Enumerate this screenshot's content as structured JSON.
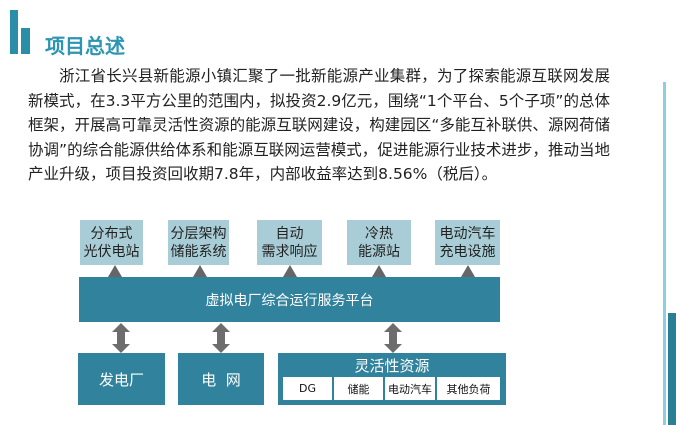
{
  "header": {
    "title": "项目总述"
  },
  "paragraph": "浙江省长兴县新能源小镇汇聚了一批新能源产业集群，为了探索能源互联网发展新模式，在3.3平方公里的范围内，拟投资2.9亿元，围绕“1个平台、5个子项”的总体框架，开展高可靠灵活性资源的能源互联网建设，构建园区“多能互补联供、源网荷储协调”的综合能源供给体系和能源互联网运营模式，促进能源行业技术进步，推动当地产业升级，项目投资回收期7.8年，内部收益率达到8.56%（税后）。",
  "diagram": {
    "top_boxes": [
      "分布式\n光伏电站",
      "分层架构\n储能系统",
      "自动\n需求响应",
      "冷热\n能源站",
      "电动汽车\n充电设施"
    ],
    "platform": "虚拟电厂综合运行服务平台",
    "bottom": {
      "plant": "发电厂",
      "grid": "电  网",
      "flex": "灵活性资源",
      "flex_items": [
        "DG",
        "储能",
        "电动汽车",
        "其他负荷"
      ]
    }
  }
}
